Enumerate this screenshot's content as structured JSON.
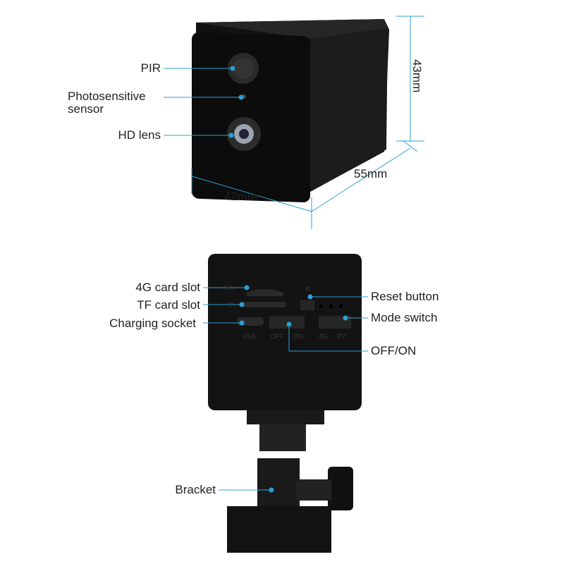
{
  "front_view": {
    "callouts": [
      "PIR",
      "Photosensitive sensor",
      "HD lens"
    ],
    "dimensions": {
      "height": "43mm",
      "depth": "55mm",
      "width": "42mm"
    }
  },
  "back_view": {
    "left_callouts": [
      "4G card slot",
      "TF card slot",
      "Charging socket"
    ],
    "right_callouts": [
      "Reset button",
      "Mode switch",
      "OFF/ON"
    ],
    "bracket": "Bracket",
    "panel_markings": {
      "sim": "Sim",
      "tf": "TF",
      "reset": "R",
      "usb": "USB",
      "off": "OFF",
      "on": "ON",
      "g4": "4G",
      "dv": "DV"
    }
  },
  "colors": {
    "callout": "#2a9fd6",
    "body": "#161616"
  }
}
